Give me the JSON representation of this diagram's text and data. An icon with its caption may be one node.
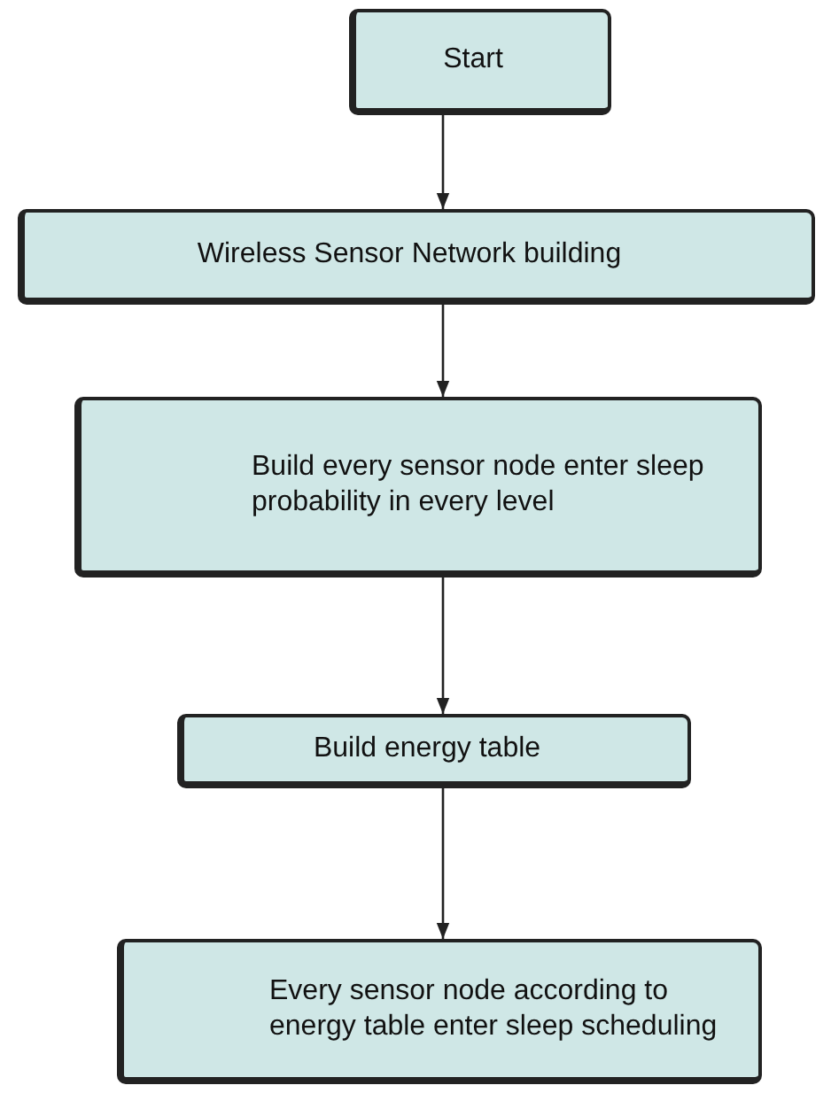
{
  "diagram": {
    "nodes": [
      {
        "text": [
          "Start"
        ]
      },
      {
        "text": [
          "Wireless Sensor Network building"
        ]
      },
      {
        "text": [
          "Build every sensor node enter sleep probability in every level"
        ]
      },
      {
        "text": [
          "Build energy table"
        ]
      },
      {
        "text": [
          "Every sensor node according to energy table enter sleep scheduling"
        ]
      }
    ],
    "edges": [
      {
        "from": 0,
        "to": 1,
        "arrow": "to"
      },
      {
        "from": 1,
        "to": 2,
        "arrow": "to"
      },
      {
        "from": 2,
        "to": 3,
        "arrow": "to"
      },
      {
        "from": 3,
        "to": 4,
        "arrow": "to"
      }
    ]
  }
}
